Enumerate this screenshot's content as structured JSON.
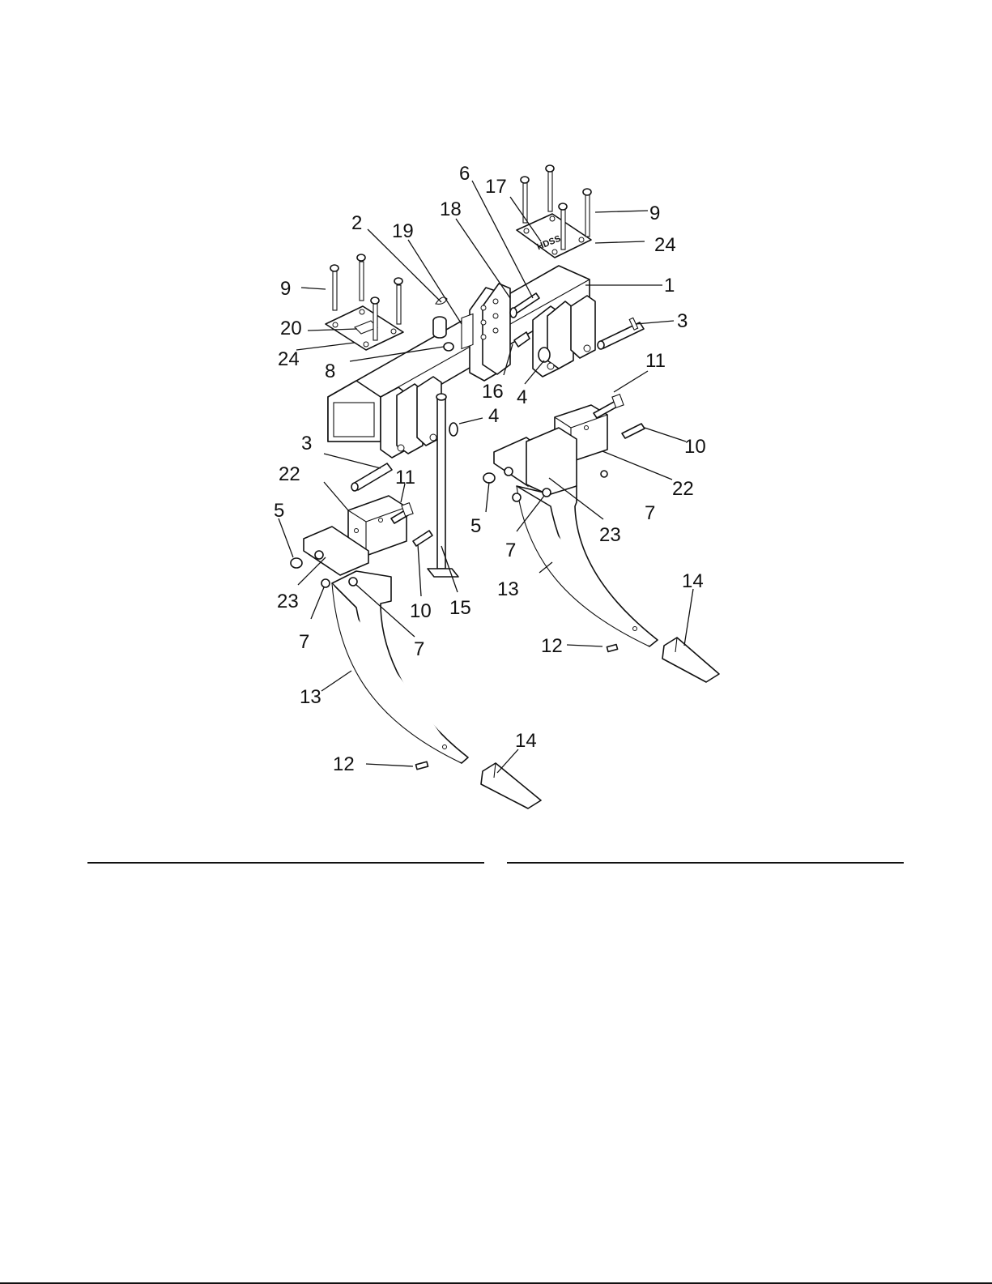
{
  "callouts": [
    {
      "id": "c1",
      "label": "1"
    },
    {
      "id": "c2",
      "label": "2"
    },
    {
      "id": "c3a",
      "label": "3"
    },
    {
      "id": "c3b",
      "label": "3"
    },
    {
      "id": "c4a",
      "label": "4"
    },
    {
      "id": "c4b",
      "label": "4"
    },
    {
      "id": "c5a",
      "label": "5"
    },
    {
      "id": "c5b",
      "label": "5"
    },
    {
      "id": "c6",
      "label": "6"
    },
    {
      "id": "c7a",
      "label": "7"
    },
    {
      "id": "c7b",
      "label": "7"
    },
    {
      "id": "c7c",
      "label": "7"
    },
    {
      "id": "c7d",
      "label": "7"
    },
    {
      "id": "c8",
      "label": "8"
    },
    {
      "id": "c9a",
      "label": "9"
    },
    {
      "id": "c9b",
      "label": "9"
    },
    {
      "id": "c10a",
      "label": "10"
    },
    {
      "id": "c10b",
      "label": "10"
    },
    {
      "id": "c11a",
      "label": "11"
    },
    {
      "id": "c11b",
      "label": "11"
    },
    {
      "id": "c12a",
      "label": "12"
    },
    {
      "id": "c12b",
      "label": "12"
    },
    {
      "id": "c13a",
      "label": "13"
    },
    {
      "id": "c13b",
      "label": "13"
    },
    {
      "id": "c14a",
      "label": "14"
    },
    {
      "id": "c14b",
      "label": "14"
    },
    {
      "id": "c15",
      "label": "15"
    },
    {
      "id": "c16",
      "label": "16"
    },
    {
      "id": "c17",
      "label": "17"
    },
    {
      "id": "c18",
      "label": "18"
    },
    {
      "id": "c19",
      "label": "19"
    },
    {
      "id": "c20",
      "label": "20"
    },
    {
      "id": "c22a",
      "label": "22"
    },
    {
      "id": "c22b",
      "label": "22"
    },
    {
      "id": "c23a",
      "label": "23"
    },
    {
      "id": "c23b",
      "label": "23"
    },
    {
      "id": "c24a",
      "label": "24"
    },
    {
      "id": "c24b",
      "label": "24"
    }
  ],
  "decal_text": "HDSS"
}
